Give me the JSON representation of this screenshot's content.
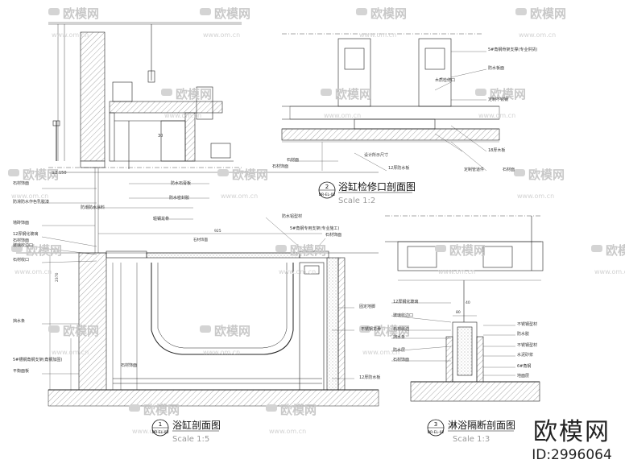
{
  "watermark": {
    "brand": "欧模网",
    "domain": "www.om.cn"
  },
  "corner_brand": {
    "logo": "欧模网",
    "id": "ID:2996064"
  },
  "sections": [
    {
      "number": "1",
      "code": "DR-EL-02",
      "title": "浴缸剖面图",
      "scale": "Scale 1:5"
    },
    {
      "number": "2",
      "code": "DR-EL-02",
      "title": "浴缸检修口剖面图",
      "scale": "Scale 1:2"
    },
    {
      "number": "3",
      "code": "DR-EL-02",
      "title": "淋浴隔断剖面图",
      "scale": "Scale 1:3"
    }
  ],
  "labels_detail1": [
    "±2.150",
    "30",
    "防水石膏板",
    "防水密封胶",
    "防潮防水涂料",
    "轻钢龙骨",
    "石材饰面",
    "防滑防水作色乳胶漆",
    "墙砖饰面",
    "12厚钢化玻璃",
    "玻璃收边口",
    "石材收口",
    "挡水条",
    "石材饰面",
    "平衡面板",
    "防水铝型材",
    "石材饰面",
    "5#角钢专用支架(专业施工)",
    "石材饰面",
    "固定地脚",
    "不锈钢龙骨",
    "12厚防水板",
    "5#槽钢角钢支架(角钢加固)",
    "石材饰面",
    "925",
    "2370"
  ],
  "labels_detail2": [
    "5#角钢骨架支撑(专业供货)",
    "防水板面",
    "木质检修口",
    "定制不锈钢",
    "设计所示尺寸",
    "12厚防水板",
    "18厚木板",
    "定制管道件",
    "石材饰面",
    "石材面",
    "石材面"
  ],
  "labels_detail3": [
    "12厚钢化玻璃",
    "玻璃收边口",
    "石材收边",
    "挡水条",
    "石材饰面",
    "不锈钢型材",
    "防水胶",
    "不锈钢型材",
    "水泥砂浆",
    "6#角钢",
    "防水层",
    "地面层",
    "80",
    "40"
  ]
}
